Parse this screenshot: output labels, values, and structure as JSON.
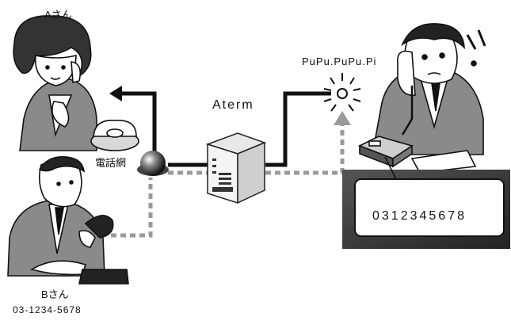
{
  "labels": {
    "person_a": "Aさん",
    "person_b": "Bさん",
    "person_b_number": "03-1234-5678",
    "network": "電話網",
    "router": "Aterm",
    "ring_sound": "PuPu.PuPu.Pi",
    "display_number": "0312345678"
  },
  "icons": [
    "woman-on-phone-icon",
    "man-calling-icon",
    "man-answering-icon",
    "telephone-icon",
    "network-ball-icon",
    "router-icon",
    "ring-burst-icon",
    "id-display-icon"
  ],
  "colors": {
    "line": "#111111",
    "dotted_line": "#9a9a9a",
    "shadow": "#333333"
  }
}
